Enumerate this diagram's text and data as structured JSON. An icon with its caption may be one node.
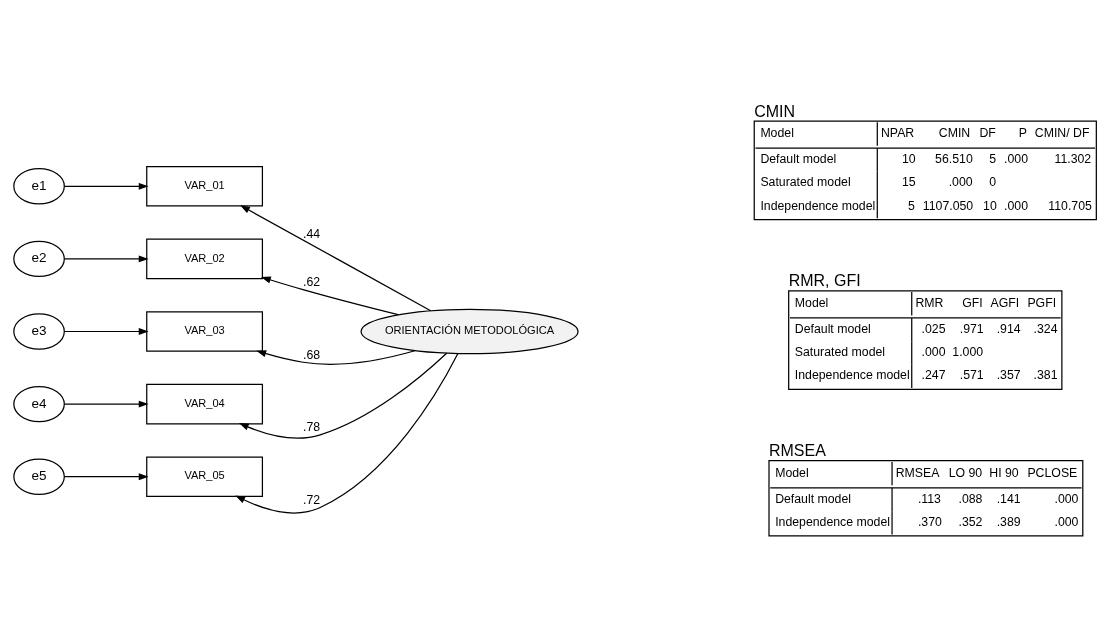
{
  "diagram": {
    "nodes": [
      {
        "text": [
          "e1"
        ]
      },
      {
        "text": [
          "e2"
        ]
      },
      {
        "text": [
          "e3"
        ]
      },
      {
        "text": [
          "e4"
        ]
      },
      {
        "text": [
          "e5"
        ]
      },
      {
        "text": [
          "VAR_01"
        ]
      },
      {
        "text": [
          "VAR_02"
        ]
      },
      {
        "text": [
          "VAR_03"
        ]
      },
      {
        "text": [
          "VAR_04"
        ]
      },
      {
        "text": [
          "VAR_05"
        ]
      },
      {
        "text": [
          "ORIENTACIÓN METODOLÓGICA"
        ]
      }
    ],
    "edges": [
      {
        "from": 0,
        "to": 5,
        "arrow": "to"
      },
      {
        "from": 1,
        "to": 6,
        "arrow": "to"
      },
      {
        "from": 2,
        "to": 7,
        "arrow": "to"
      },
      {
        "from": 3,
        "to": 8,
        "arrow": "to"
      },
      {
        "from": 4,
        "to": 9,
        "arrow": "to"
      },
      {
        "from": 10,
        "to": 5,
        "arrow": "to",
        "label": ".44"
      },
      {
        "from": 10,
        "to": 6,
        "arrow": "to",
        "label": ".62"
      },
      {
        "from": 10,
        "to": 7,
        "arrow": "to",
        "label": ".68"
      },
      {
        "from": 10,
        "to": 8,
        "arrow": "to",
        "label": ".78"
      },
      {
        "from": 10,
        "to": 9,
        "arrow": "to",
        "label": ".72"
      }
    ],
    "labels": [
      "CMIN",
      "Model",
      "NPAR",
      "CMIN",
      "DF",
      "P",
      "CMIN/ DF",
      "Default model",
      "10",
      "56.510",
      "5",
      ".000",
      "11.302",
      "Saturated model",
      "15",
      ".000",
      "0",
      "Independence model",
      "5",
      "1107.050",
      "10",
      ".000",
      "110.705",
      "RMR, GFI",
      "Model",
      "RMR",
      "GFI",
      "AGFI",
      "PGFI",
      "Default model",
      ".025",
      ".971",
      ".914",
      ".324",
      "Saturated model",
      ".000",
      "1.000",
      "Independence model",
      ".247",
      ".571",
      ".357",
      ".381",
      "RMSEA",
      "Model",
      "RMSEA",
      "LO 90",
      "HI 90",
      "PCLOSE",
      "Default model",
      ".113",
      ".088",
      ".141",
      ".000",
      "Independence model",
      ".370",
      ".352",
      ".389",
      ".000"
    ]
  }
}
